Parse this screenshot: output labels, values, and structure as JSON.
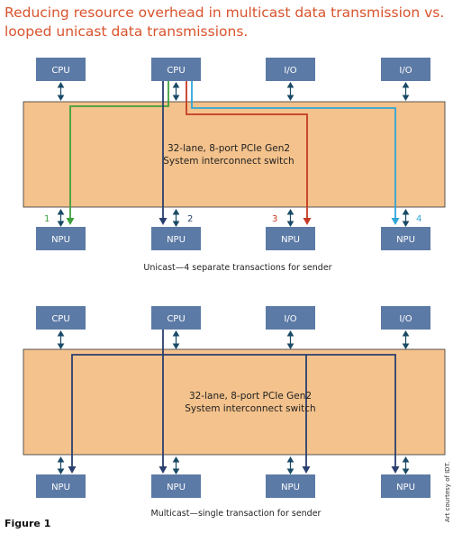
{
  "title": {
    "line1": "Reducing resource overhead in multicast data transmission vs.",
    "line2": "looped unicast data transmissions."
  },
  "colors": {
    "title": "#d9532c",
    "box": "#5c7aa6",
    "switch_fill": "#f4c28c",
    "green": "#3ca03c",
    "red": "#c43a22",
    "cyan": "#2ea6d8",
    "navy": "#2a3f70"
  },
  "unicast": {
    "top_boxes": [
      "CPU",
      "CPU",
      "I/O",
      "I/O"
    ],
    "switch_line1": "32-lane, 8-port PCIe Gen2",
    "switch_line2": "System interconnect switch",
    "bottom_boxes": [
      "NPU",
      "NPU",
      "NPU",
      "NPU"
    ],
    "numbers": [
      "1",
      "2",
      "3",
      "4"
    ],
    "caption": "Unicast—4 separate transactions for sender"
  },
  "multicast": {
    "top_boxes": [
      "CPU",
      "CPU",
      "I/O",
      "I/O"
    ],
    "switch_line1": "32-lane, 8-port PCIe Gen2",
    "switch_line2": "System interconnect switch",
    "bottom_boxes": [
      "NPU",
      "NPU",
      "NPU",
      "NPU"
    ],
    "caption": "Multicast—single transaction for sender"
  },
  "figure_label": "Figure 1",
  "credit": "Art courtesy of IDT."
}
